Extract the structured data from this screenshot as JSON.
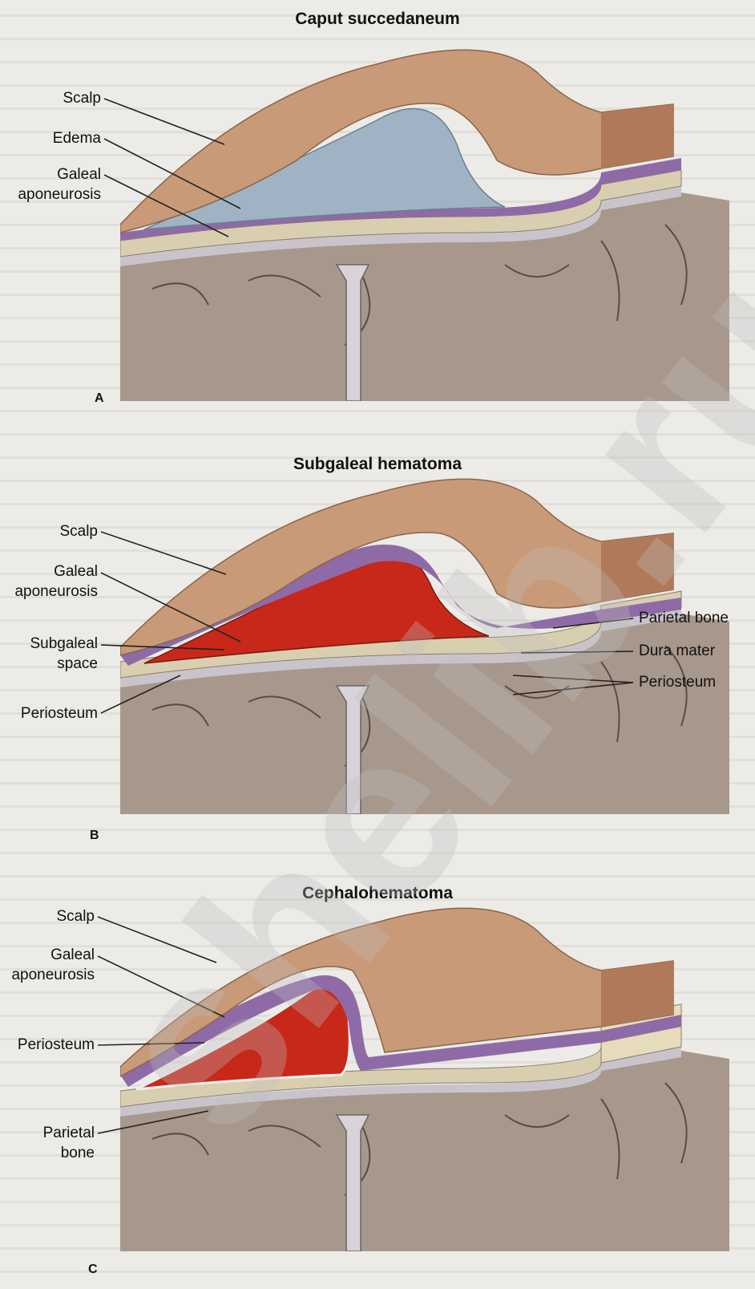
{
  "panels": [
    {
      "title": "Caput succedaneum",
      "letter": "A",
      "left_labels": [
        "Scalp",
        "Edema",
        "Galeal\naponeurosis"
      ],
      "right_labels": []
    },
    {
      "title": "Subgaleal hematoma",
      "letter": "B",
      "left_labels": [
        "Scalp",
        "Galeal\naponeurosis",
        "Subgaleal\nspace",
        "Periosteum"
      ],
      "right_labels": [
        "Parietal bone",
        "Dura mater",
        "Periosteum"
      ]
    },
    {
      "title": "Cephalohematoma",
      "letter": "C",
      "left_labels": [
        "Scalp",
        "Galeal\naponeurosis",
        "Periosteum",
        "Parietal\nbone"
      ],
      "right_labels": []
    }
  ],
  "watermark": "shelib.ru",
  "colors": {
    "scalp": "#c99a78",
    "scalp_dark": "#b07a5a",
    "galea": "#8e6ba6",
    "edema": "#9fb3c4",
    "hematoma": "#c8281a",
    "bone": "#d9cfb0",
    "brain": "#a8988c",
    "dura": "#c9c4cc"
  }
}
